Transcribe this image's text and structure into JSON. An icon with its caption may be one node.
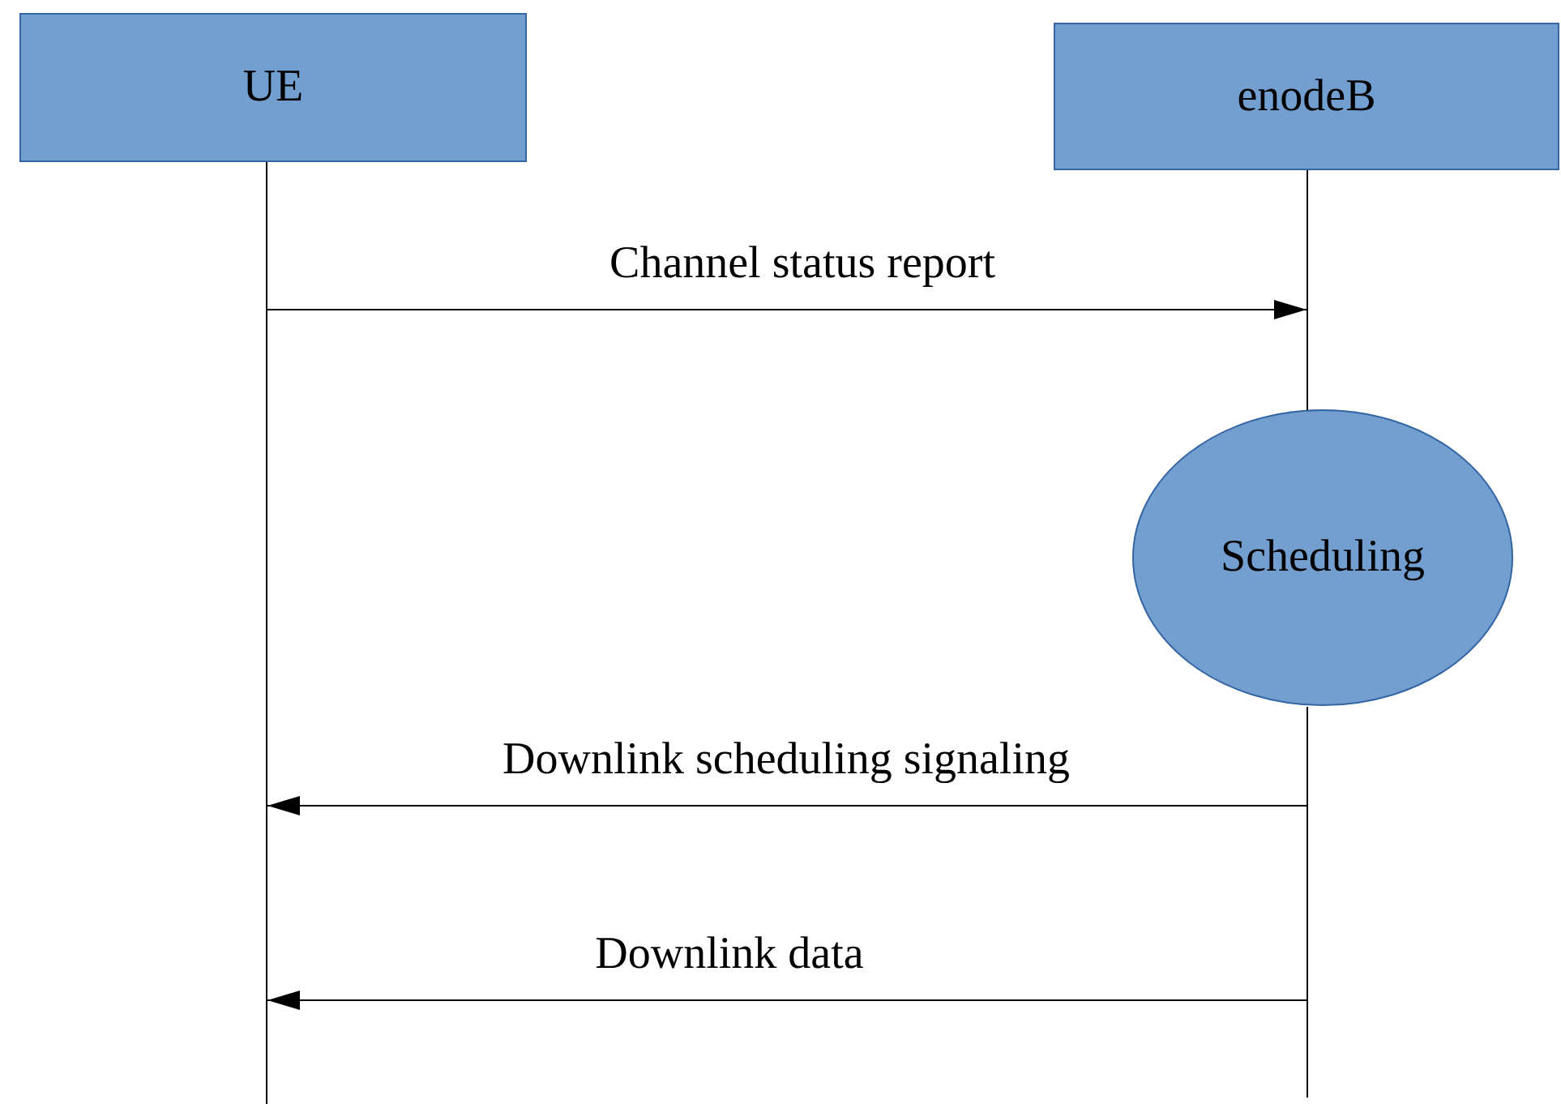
{
  "diagram": {
    "nodes": [
      {
        "text": [
          "UE"
        ]
      },
      {
        "text": [
          "enodeB"
        ]
      },
      {
        "text": [
          "Scheduling"
        ]
      },
      {
        "text": [],
        "shape": "line"
      },
      {
        "text": [],
        "shape": "line"
      },
      {
        "text": [],
        "shape": "line"
      }
    ],
    "edges": [
      {
        "from": 3,
        "to": 4,
        "arrow": "to",
        "label": "Channel status report"
      },
      {
        "from": 5,
        "to": 3,
        "arrow": "to",
        "label": "Downlink scheduling signaling"
      },
      {
        "from": 5,
        "to": 3,
        "arrow": "to",
        "label": "Downlink data"
      }
    ]
  }
}
